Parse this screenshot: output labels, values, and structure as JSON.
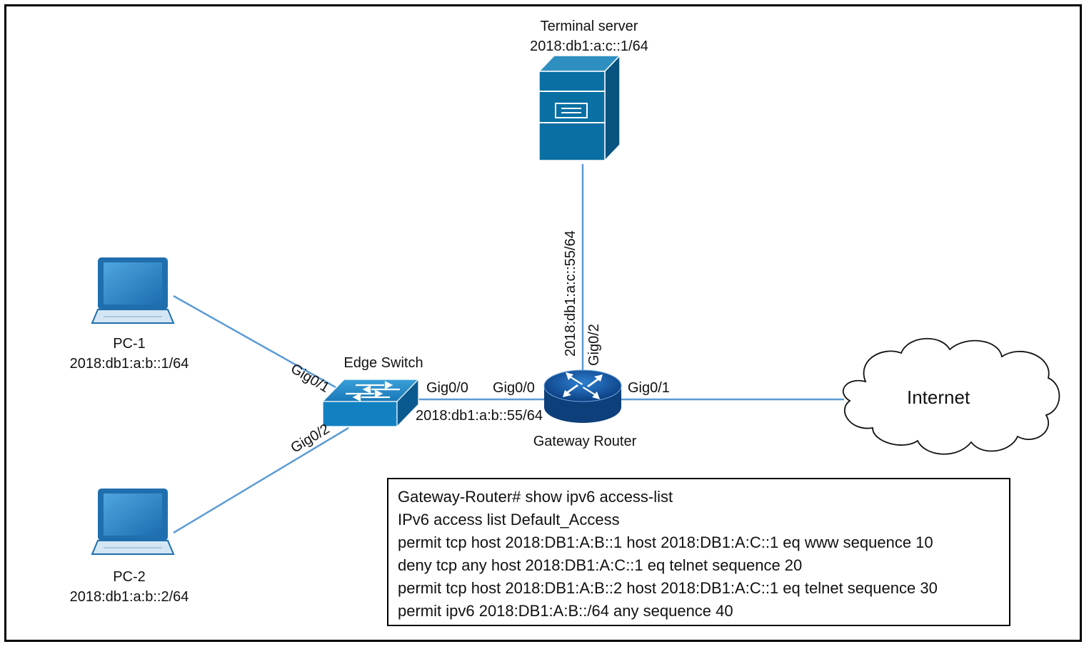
{
  "devices": {
    "terminal_server": {
      "name": "Terminal server",
      "address": "2018:db1:a:c::1/64"
    },
    "pc1": {
      "name": "PC-1",
      "address": "2018:db1:a:b::1/64"
    },
    "pc2": {
      "name": "PC-2",
      "address": "2018:db1:a:b::2/64"
    },
    "edge_switch": {
      "name": "Edge Switch"
    },
    "gateway_router": {
      "name": "Gateway Router"
    },
    "internet": {
      "name": "Internet"
    }
  },
  "links": {
    "pc1_switch_port": "Gig0/1",
    "pc2_switch_port": "Gig0/2",
    "switch_uplink_port": "Gig0/0",
    "router_lan_port": "Gig0/0",
    "router_lan_address": "2018:db1:a:b::55/64",
    "router_server_port": "Gig0/2",
    "router_server_address": "2018:db1:a:c::55/64",
    "router_internet_port": "Gig0/1"
  },
  "acl": {
    "lines": [
      "Gateway-Router# show ipv6 access-list",
      "IPv6 access list Default_Access",
      "permit tcp host 2018:DB1:A:B::1 host 2018:DB1:A:C::1 eq www sequence 10",
      "deny tcp any host 2018:DB1:A:C::1 eq telnet sequence 20",
      "permit tcp host 2018:DB1:A:B::2 host 2018:DB1:A:C::1 eq telnet sequence 30",
      "permit ipv6 2018:DB1:A:B::/64 any sequence 40"
    ]
  },
  "colors": {
    "link": "#5b9bd5",
    "device_blue": "#0a6fa3",
    "laptop_frame": "#1f6fae",
    "screen": "#2e86c9"
  }
}
